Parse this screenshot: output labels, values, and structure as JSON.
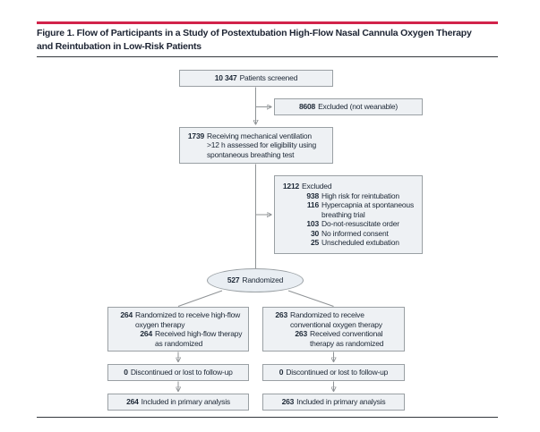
{
  "figure": {
    "title_line1": "Figure 1. Flow of Participants in a Study of Postextubation High-Flow Nasal Cannula Oxygen Therapy",
    "title_line2": "and Reintubation in Low-Risk Patients"
  },
  "colors": {
    "accent_red": "#d2234a",
    "box_fill": "#eef1f4",
    "box_border": "#9aa0a4",
    "connector_gray": "#8f9396",
    "text": "#1d2836"
  },
  "flow": {
    "screened": {
      "n": "10 347",
      "label": "Patients screened"
    },
    "excluded_not_weanable": {
      "n": "8608",
      "label": "Excluded (not weanable)"
    },
    "assessed": {
      "n": "1739",
      "label": "Receiving mechanical ventilation\n>12 h assessed for eligibility using\nspontaneous breathing test"
    },
    "excluded": {
      "n": "1212",
      "label": "Excluded",
      "reasons": [
        {
          "n": "938",
          "label": "High risk for reintubation"
        },
        {
          "n": "116",
          "label": "Hypercapnia at spontaneous\nbreathing trial"
        },
        {
          "n": "103",
          "label": "Do-not-resuscitate order"
        },
        {
          "n": "30",
          "label": "No informed consent"
        },
        {
          "n": "25",
          "label": "Unscheduled extubation"
        }
      ]
    },
    "randomized": {
      "n": "527",
      "label": "Randomized"
    },
    "high_flow_arm": {
      "assigned": {
        "n": "264",
        "label": "Randomized to receive high-flow\noxygen therapy"
      },
      "received": {
        "n": "264",
        "label": "Received high-flow therapy\nas randomized"
      },
      "discontinued": {
        "n": "0",
        "label": "Discontinued or lost to follow-up"
      },
      "analyzed": {
        "n": "264",
        "label": "Included in primary analysis"
      }
    },
    "conventional_arm": {
      "assigned": {
        "n": "263",
        "label": "Randomized to receive\nconventional oxygen therapy"
      },
      "received": {
        "n": "263",
        "label": "Received conventional\ntherapy as randomized"
      },
      "discontinued": {
        "n": "0",
        "label": "Discontinued or lost to follow-up"
      },
      "analyzed": {
        "n": "263",
        "label": "Included in primary analysis"
      }
    }
  }
}
